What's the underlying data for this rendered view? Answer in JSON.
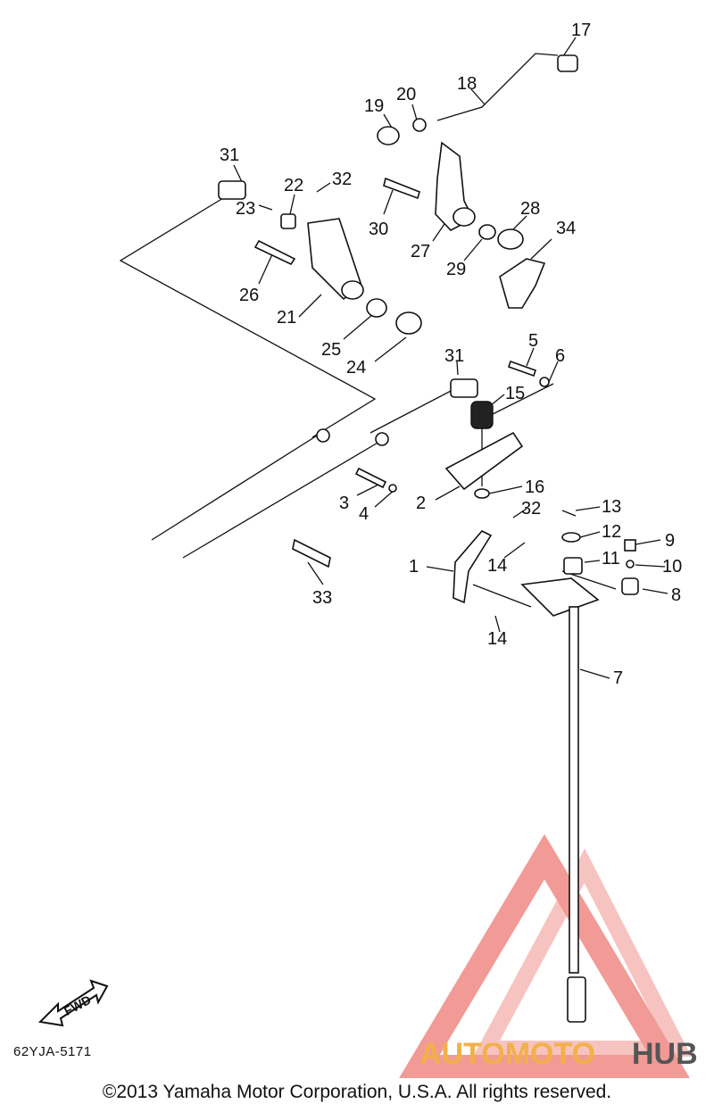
{
  "diagram": {
    "callouts": [
      {
        "id": "17",
        "label": "17"
      },
      {
        "id": "18",
        "label": "18"
      },
      {
        "id": "19",
        "label": "19"
      },
      {
        "id": "20",
        "label": "20"
      },
      {
        "id": "31a",
        "label": "31"
      },
      {
        "id": "22",
        "label": "22"
      },
      {
        "id": "32a",
        "label": "32"
      },
      {
        "id": "23",
        "label": "23"
      },
      {
        "id": "30",
        "label": "30"
      },
      {
        "id": "27",
        "label": "27"
      },
      {
        "id": "28",
        "label": "28"
      },
      {
        "id": "34",
        "label": "34"
      },
      {
        "id": "29",
        "label": "29"
      },
      {
        "id": "26",
        "label": "26"
      },
      {
        "id": "21",
        "label": "21"
      },
      {
        "id": "25",
        "label": "25"
      },
      {
        "id": "24",
        "label": "24"
      },
      {
        "id": "5",
        "label": "5"
      },
      {
        "id": "31b",
        "label": "31"
      },
      {
        "id": "6",
        "label": "6"
      },
      {
        "id": "15",
        "label": "15"
      },
      {
        "id": "16",
        "label": "16"
      },
      {
        "id": "3",
        "label": "3"
      },
      {
        "id": "4",
        "label": "4"
      },
      {
        "id": "2",
        "label": "2"
      },
      {
        "id": "13",
        "label": "13"
      },
      {
        "id": "32b",
        "label": "32"
      },
      {
        "id": "12",
        "label": "12"
      },
      {
        "id": "9",
        "label": "9"
      },
      {
        "id": "11",
        "label": "11"
      },
      {
        "id": "10",
        "label": "10"
      },
      {
        "id": "1",
        "label": "1"
      },
      {
        "id": "14a",
        "label": "14"
      },
      {
        "id": "8",
        "label": "8"
      },
      {
        "id": "33",
        "label": "33"
      },
      {
        "id": "7",
        "label": "7"
      },
      {
        "id": "14b",
        "label": "14"
      }
    ],
    "fwd_label": "FWD",
    "diagram_code": "62YJA-5171",
    "watermark": {
      "text_a": "AUTOMOTO",
      "text_b": "HUB",
      "color_a": "#f2b04a",
      "color_b": "#555555",
      "triangle_color": "#e8483f"
    },
    "copyright": "©2013 Yamaha Motor Corporation, U.S.A. All rights reserved."
  }
}
